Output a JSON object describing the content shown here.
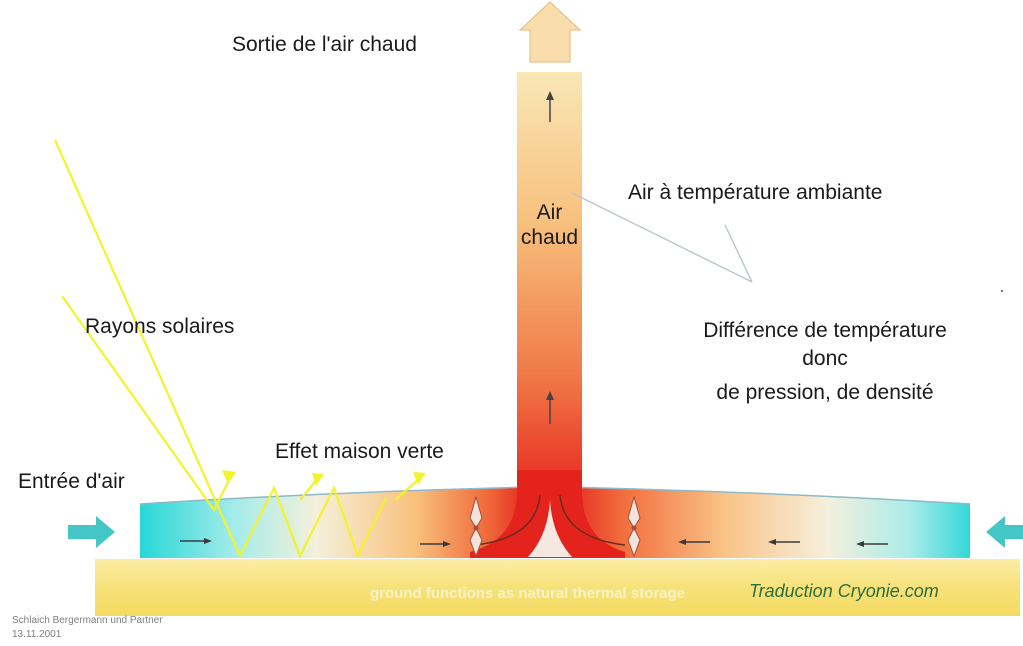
{
  "labels": {
    "hot_air_exit": "Sortie de l'air chaud",
    "ambient_air": "Air à température ambiante",
    "hot_air": "Air chaud",
    "sun_rays": "Rayons solaires",
    "greenhouse": "Effet maison verte",
    "air_inlet": "Entrée d'air",
    "difference_line1": "Différence de température",
    "difference_line2": "donc",
    "difference_line3": "de pression, de densité"
  },
  "ground_text": "ground functions as natural thermal storage",
  "translation_credit": "Traduction Cryonie.com",
  "source_credit_line1": "Schlaich Bergermann und Partner",
  "source_credit_line2": "13.11.2001",
  "colors": {
    "inlet_cyan": "#27d6d6",
    "hot_red": "#e6231f",
    "tower_top": "#f8e3ae",
    "ground_yellow": "#f8e47a",
    "sun_ray": "#f3f32b",
    "arrow_inlet": "#44c6c6"
  }
}
